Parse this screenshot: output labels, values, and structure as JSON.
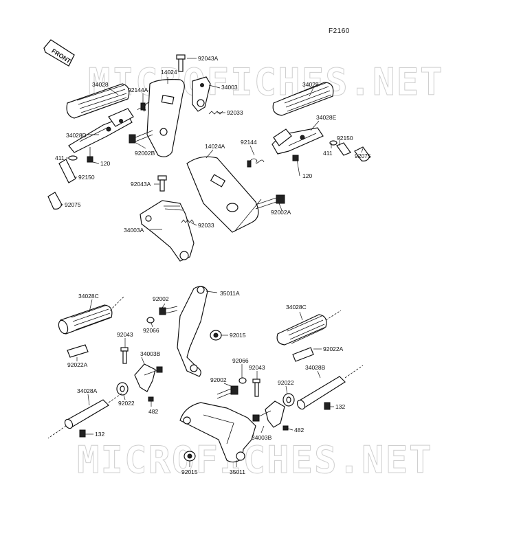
{
  "diagram": {
    "code": "F2160",
    "front_label": "FRONT",
    "watermark": "MICROFICHES.NET",
    "labels": [
      {
        "id": "l-92043A-1",
        "text": "92043A"
      },
      {
        "id": "l-14024",
        "text": "14024"
      },
      {
        "id": "l-34028-L",
        "text": "34028"
      },
      {
        "id": "l-92144A",
        "text": "92144A"
      },
      {
        "id": "l-34003",
        "text": "34003"
      },
      {
        "id": "l-92033-1",
        "text": "92033"
      },
      {
        "id": "l-34028-R",
        "text": "34028"
      },
      {
        "id": "l-34028E",
        "text": "34028E"
      },
      {
        "id": "l-34028D",
        "text": "34028D"
      },
      {
        "id": "l-92002B",
        "text": "92002B"
      },
      {
        "id": "l-14024A",
        "text": "14024A"
      },
      {
        "id": "l-92144",
        "text": "92144"
      },
      {
        "id": "l-92150-R",
        "text": "92150"
      },
      {
        "id": "l-411-R",
        "text": "411"
      },
      {
        "id": "l-92075-R",
        "text": "92075"
      },
      {
        "id": "l-411-L",
        "text": "411"
      },
      {
        "id": "l-120-L",
        "text": "120"
      },
      {
        "id": "l-120-R",
        "text": "120"
      },
      {
        "id": "l-92150-L",
        "text": "92150"
      },
      {
        "id": "l-92043A-2",
        "text": "92043A"
      },
      {
        "id": "l-92075-L",
        "text": "92075"
      },
      {
        "id": "l-92002A",
        "text": "92002A"
      },
      {
        "id": "l-92033-2",
        "text": "92033"
      },
      {
        "id": "l-34003A",
        "text": "34003A"
      },
      {
        "id": "l-34028C-L",
        "text": "34028C"
      },
      {
        "id": "l-92002-1",
        "text": "92002"
      },
      {
        "id": "l-35011A",
        "text": "35011A"
      },
      {
        "id": "l-34028C-R",
        "text": "34028C"
      },
      {
        "id": "l-92066-1",
        "text": "92066"
      },
      {
        "id": "l-92043-1",
        "text": "92043"
      },
      {
        "id": "l-92015-1",
        "text": "92015"
      },
      {
        "id": "l-34003B-1",
        "text": "34003B"
      },
      {
        "id": "l-92022A-R",
        "text": "92022A"
      },
      {
        "id": "l-92022A-L",
        "text": "92022A"
      },
      {
        "id": "l-92066-2",
        "text": "92066"
      },
      {
        "id": "l-92043-2",
        "text": "92043"
      },
      {
        "id": "l-34028B",
        "text": "34028B"
      },
      {
        "id": "l-92002-2",
        "text": "92002"
      },
      {
        "id": "l-92022-R",
        "text": "92022"
      },
      {
        "id": "l-34028A",
        "text": "34028A"
      },
      {
        "id": "l-92022-L",
        "text": "92022"
      },
      {
        "id": "l-482-1",
        "text": "482"
      },
      {
        "id": "l-132-R",
        "text": "132"
      },
      {
        "id": "l-482-2",
        "text": "482"
      },
      {
        "id": "l-34003B-2",
        "text": "34003B"
      },
      {
        "id": "l-132-L",
        "text": "132"
      },
      {
        "id": "l-92015-2",
        "text": "92015"
      },
      {
        "id": "l-35011",
        "text": "35011"
      }
    ]
  }
}
